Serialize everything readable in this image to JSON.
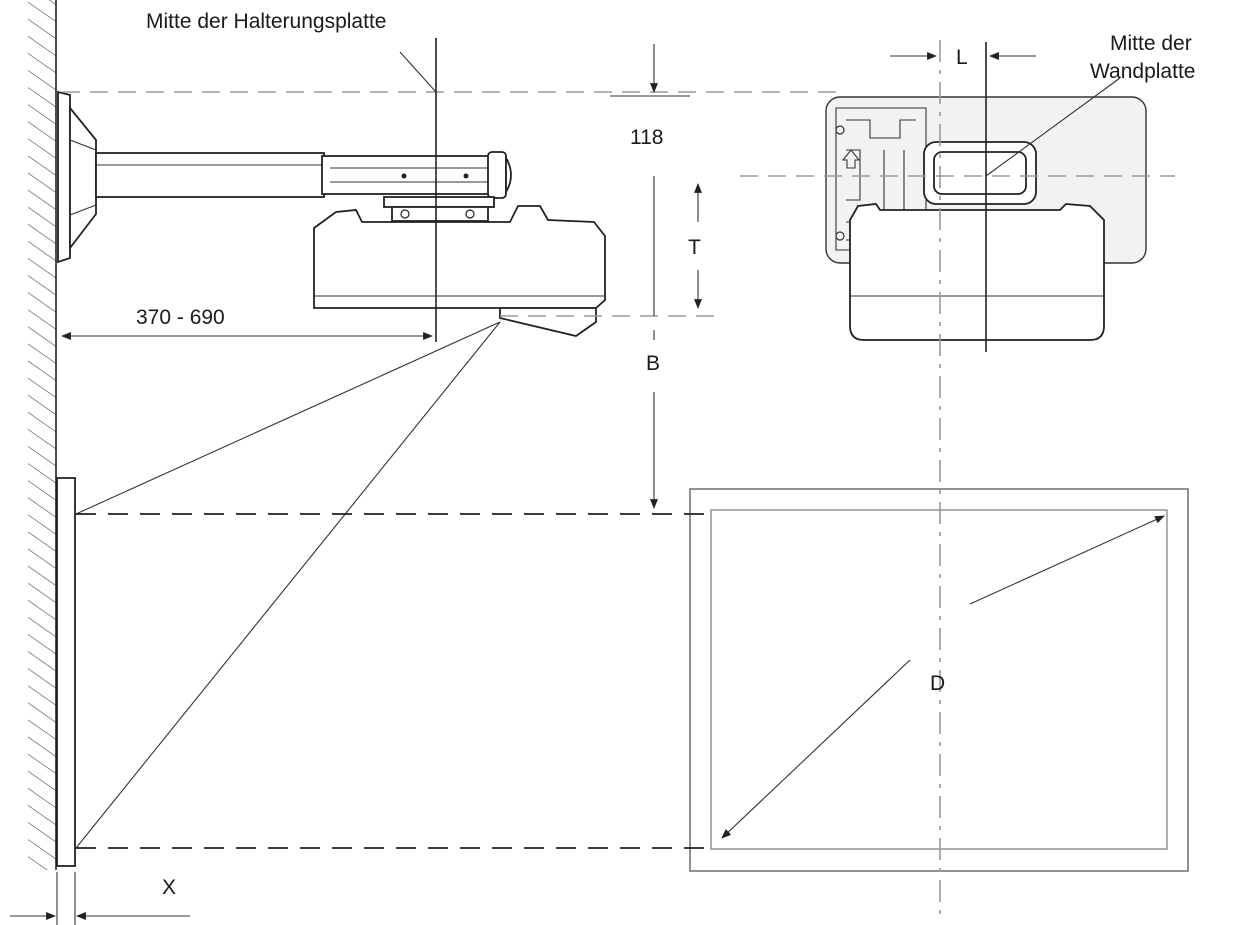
{
  "labels": {
    "bracket_center": "Mitte der Halterungsplatte",
    "wall_plate_center_line1": "Mitte der",
    "wall_plate_center_line2": "Wandplatte",
    "dim_118": "118",
    "dim_range": "370 - 690",
    "dim_T": "T",
    "dim_B": "B",
    "dim_L": "L",
    "dim_D": "D",
    "dim_X": "X"
  },
  "colors": {
    "ink": "#222222",
    "guide": "#9a9a9a",
    "background": "#ffffff"
  }
}
